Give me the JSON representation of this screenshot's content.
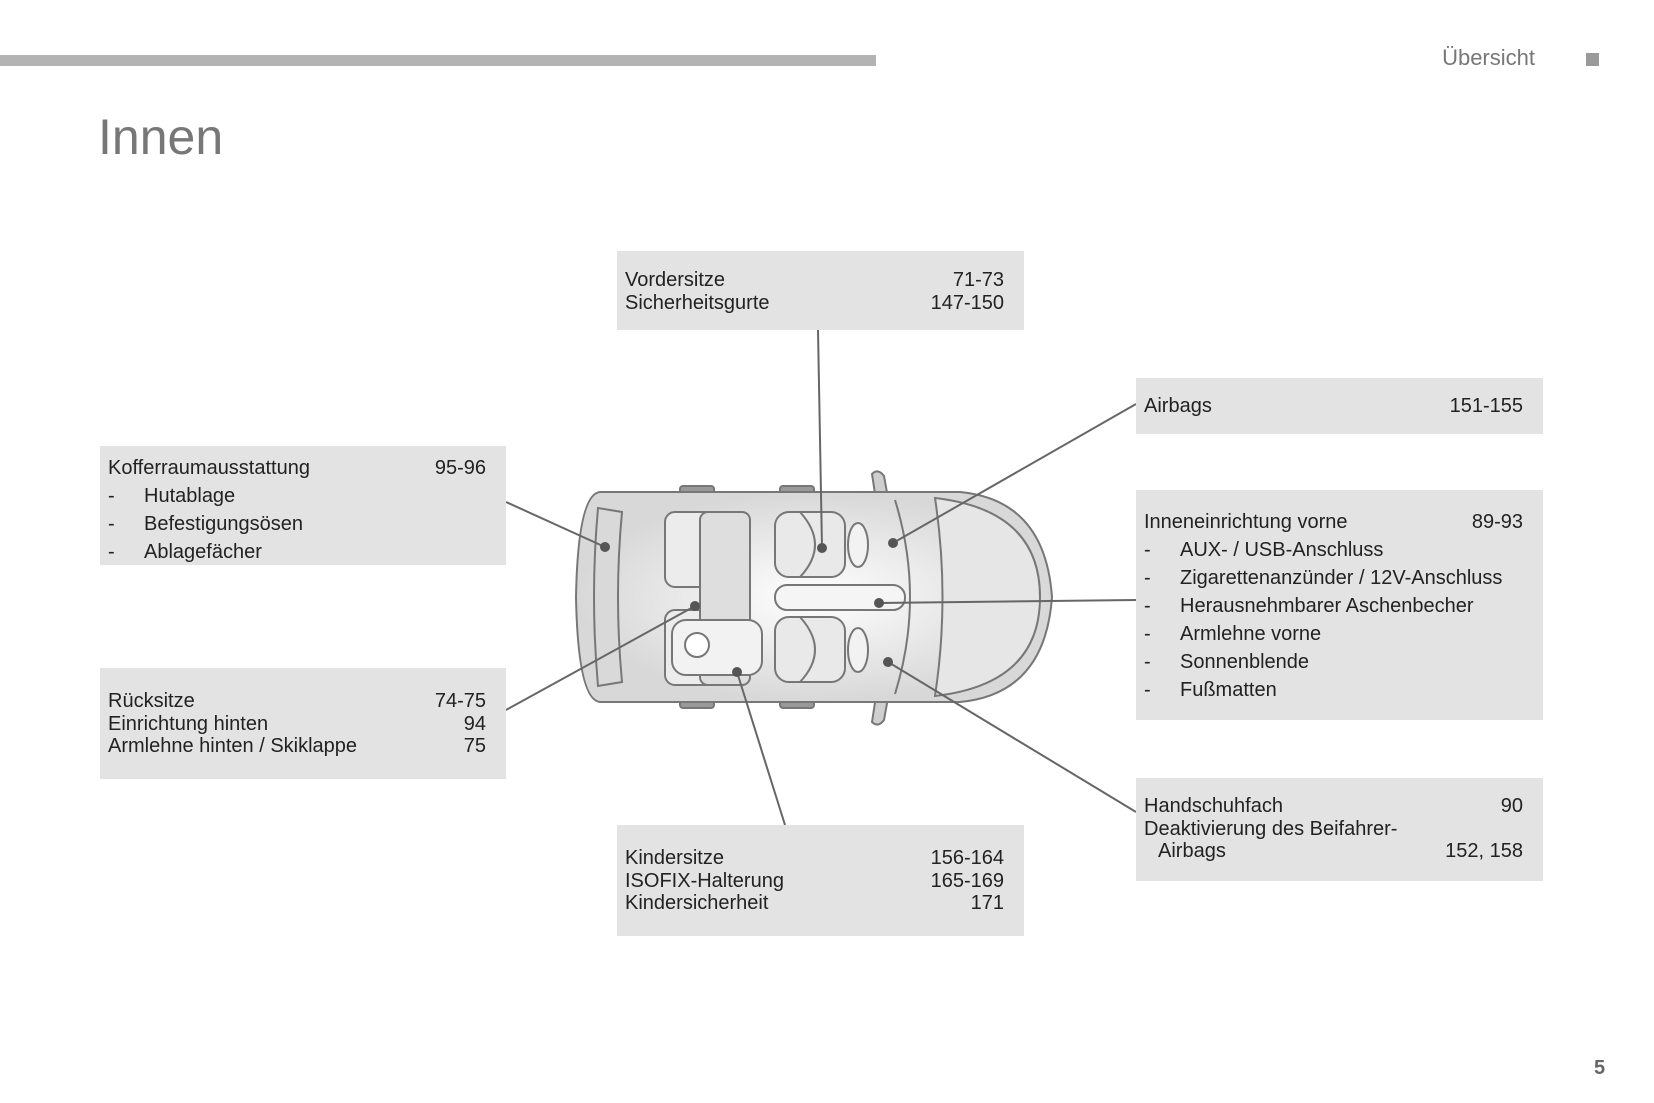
{
  "header": {
    "section_label": "Übersicht"
  },
  "page": {
    "title": "Innen",
    "number": "5"
  },
  "callouts": {
    "front_seats": {
      "rows": [
        {
          "label": "Vordersitze",
          "pages": "71-73"
        },
        {
          "label": "Sicherheitsgurte",
          "pages": "147-150"
        }
      ]
    },
    "airbags": {
      "rows": [
        {
          "label": "Airbags",
          "pages": "151-155"
        }
      ]
    },
    "boot": {
      "title": {
        "label": "Kofferraumausstattung",
        "pages": "95-96"
      },
      "items": [
        "Hutablage",
        "Befestigungsösen",
        "Ablagefächer"
      ]
    },
    "front_interior": {
      "title": {
        "label": "Inneneinrichtung vorne",
        "pages": "89-93"
      },
      "items": [
        "AUX- / USB-Anschluss",
        "Zigarettenanzünder / 12V-Anschluss",
        "Herausnehmbarer Aschenbecher",
        "Armlehne vorne",
        "Sonnenblende",
        "Fußmatten"
      ]
    },
    "rear_seats": {
      "rows": [
        {
          "label": "Rücksitze",
          "pages": "74-75"
        },
        {
          "label": "Einrichtung hinten",
          "pages": "94"
        },
        {
          "label": "Armlehne hinten / Skiklappe",
          "pages": "75"
        }
      ]
    },
    "glovebox": {
      "rows": [
        {
          "label": "Handschuhfach",
          "pages": "90"
        },
        {
          "label": "Deaktivierung des Beifahrer-",
          "pages": ""
        },
        {
          "label": "Airbags",
          "pages": "152, 158"
        }
      ]
    },
    "child_seats": {
      "rows": [
        {
          "label": "Kindersitze",
          "pages": "156-164"
        },
        {
          "label": "ISOFIX-Halterung",
          "pages": "165-169"
        },
        {
          "label": "Kindersicherheit",
          "pages": "171"
        }
      ]
    }
  },
  "colors": {
    "box_bg": "#e3e3e3",
    "bar": "#b3b3b3",
    "leader": "#666666"
  }
}
